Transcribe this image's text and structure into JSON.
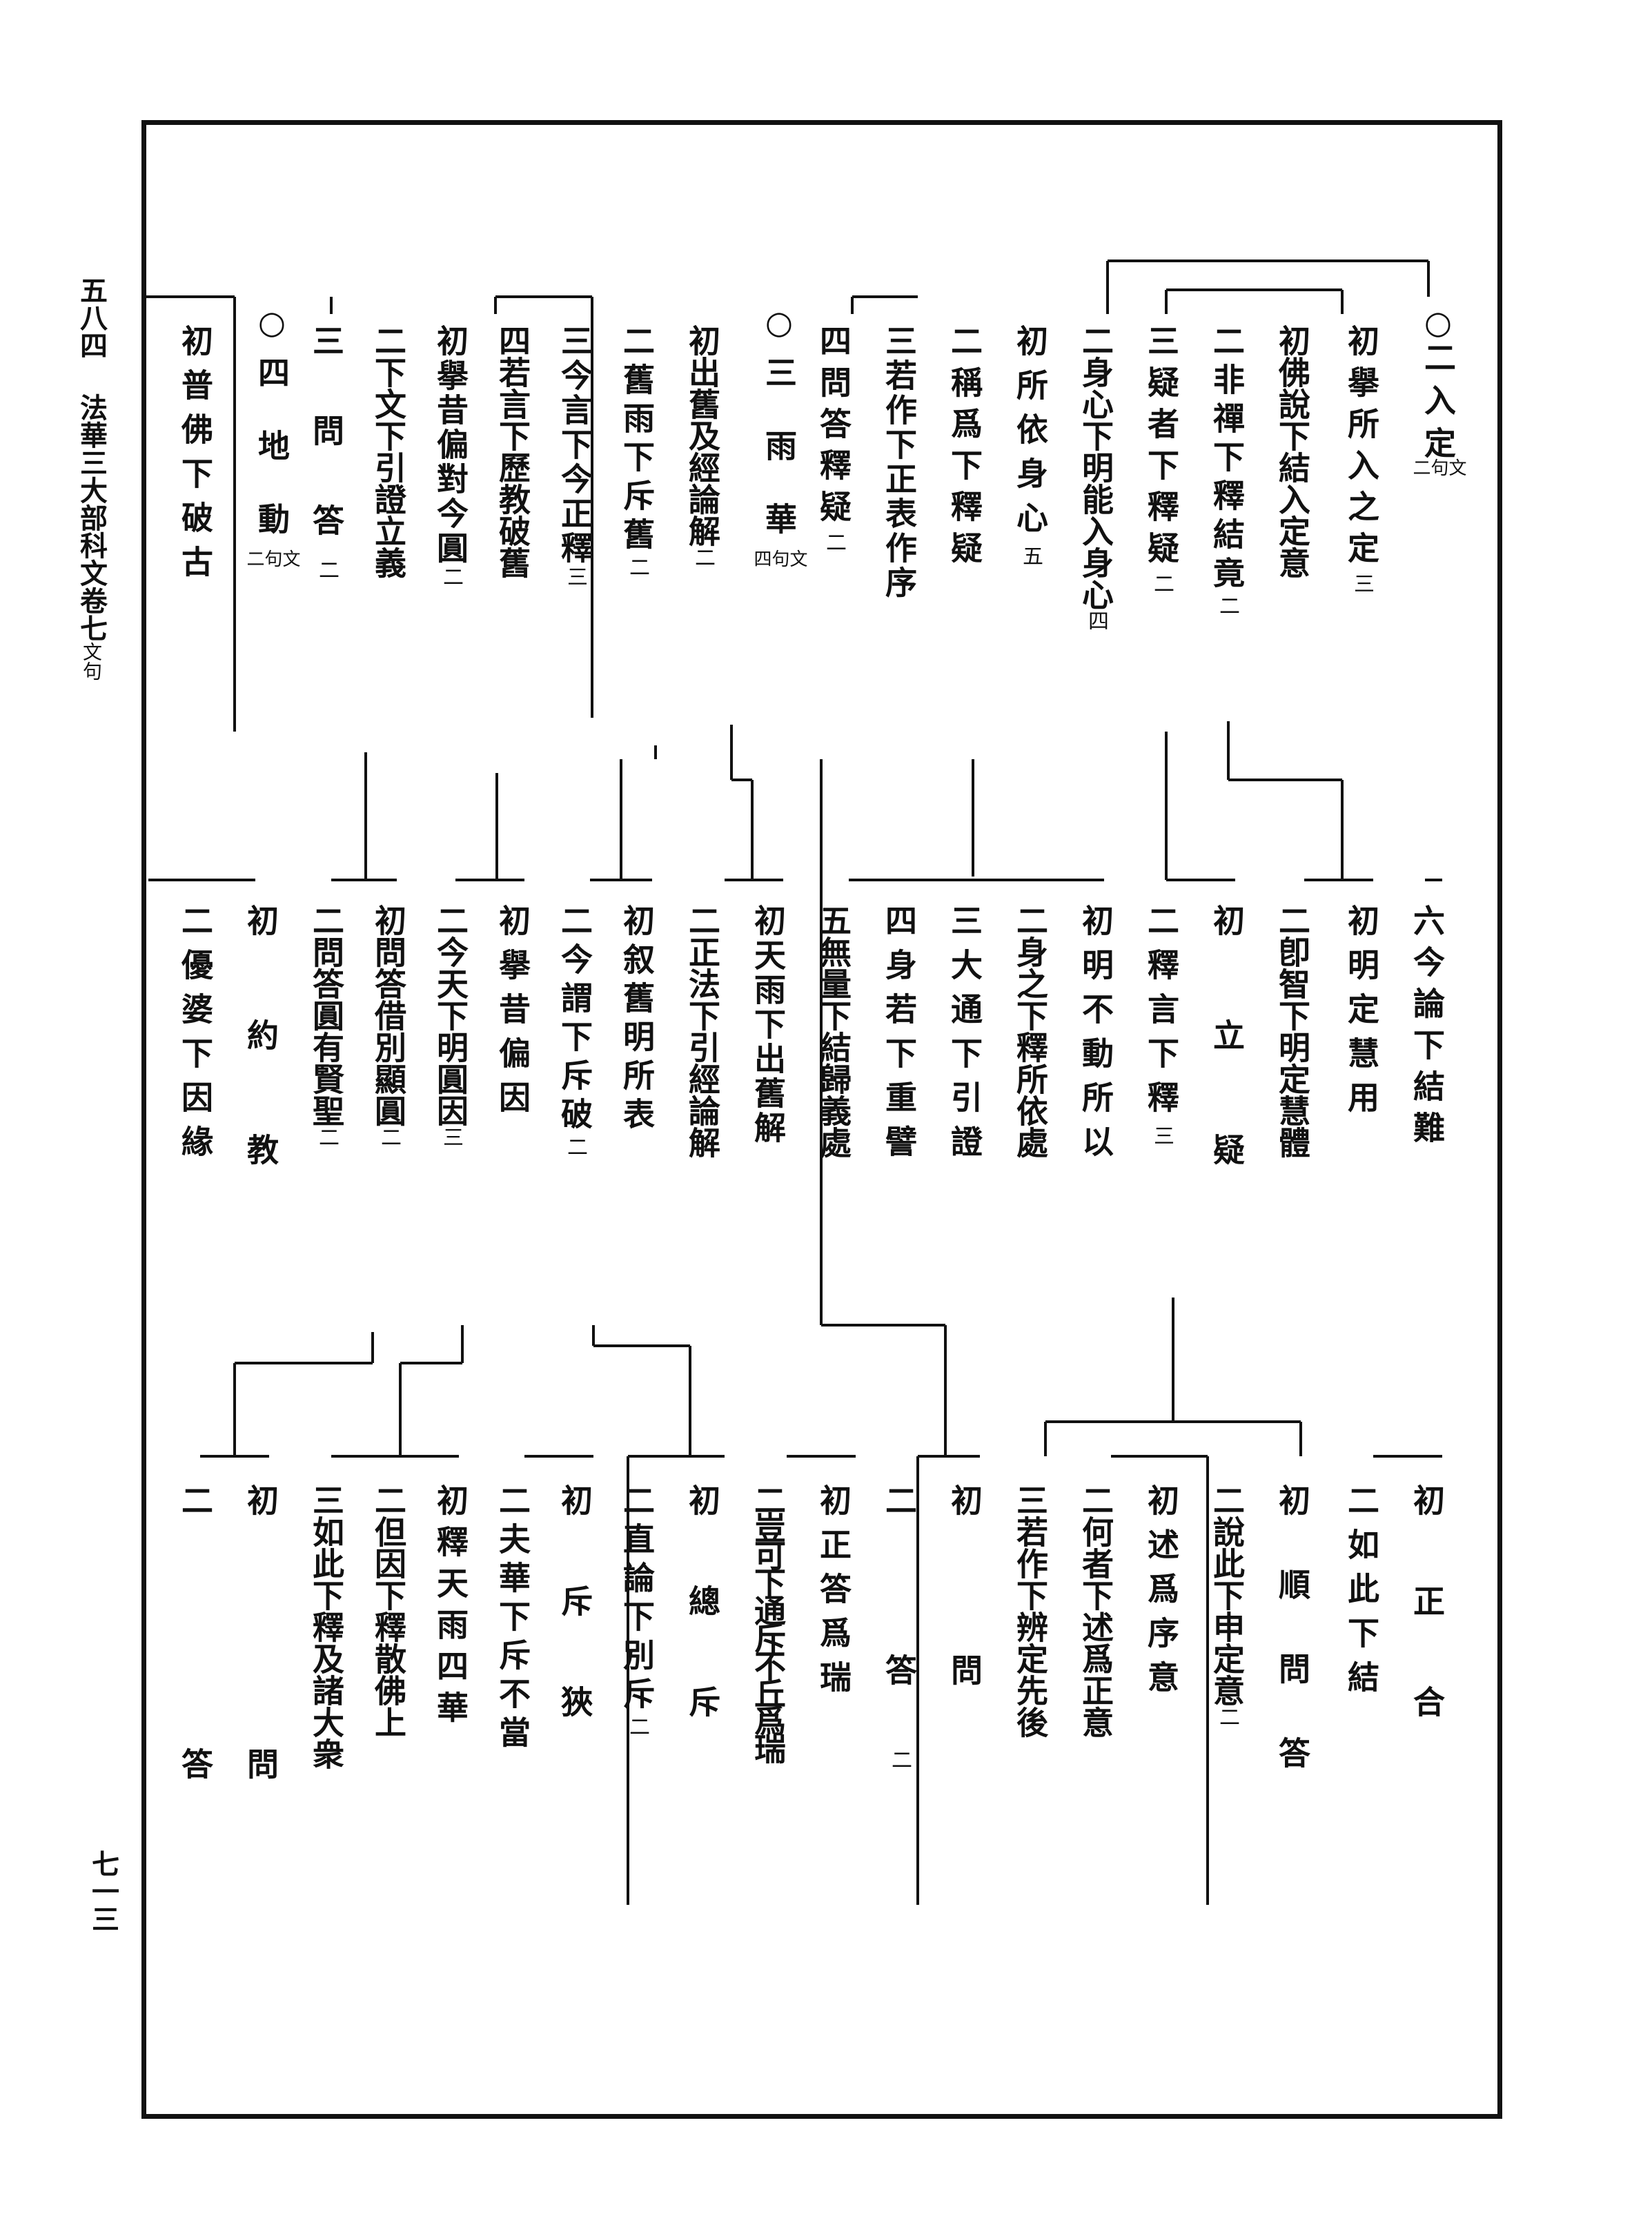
{
  "margin": {
    "volume": "五八四",
    "title": "法華三大部科文卷七",
    "subtitle": "文句",
    "page_number": "七一三"
  },
  "columns": [
    {
      "id": "r1c1",
      "text": "○二 入 定",
      "note": "文句二"
    },
    {
      "id": "r1c2",
      "text": "初擧所入之定",
      "note": "三"
    },
    {
      "id": "r1c3",
      "text": "初佛說下結入定意",
      "note": ""
    },
    {
      "id": "r1c4",
      "text": "二非禪下釋結竟",
      "note": "二"
    },
    {
      "id": "r1c5",
      "text": "三疑者下釋疑",
      "note": "二"
    },
    {
      "id": "r1c6",
      "text": "二身心下明能入身心",
      "note": "四"
    },
    {
      "id": "r1c7",
      "text": "初所依身心",
      "note": "五"
    },
    {
      "id": "r1c8",
      "text": "二稱爲下釋疑",
      "note": ""
    },
    {
      "id": "r1c9",
      "text": "三若作下正表作序",
      "note": ""
    },
    {
      "id": "r1c10",
      "text": "四問答釋疑",
      "note": "二"
    },
    {
      "id": "r1c11",
      "text": "○三 雨 華",
      "note": "文句四"
    },
    {
      "id": "r1c12",
      "text": "初出舊及經論解",
      "note": "二"
    },
    {
      "id": "r1c13",
      "text": "二舊雨下斥舊",
      "note": "二"
    },
    {
      "id": "r1c14",
      "text": "三今言下今正釋",
      "note": "三"
    },
    {
      "id": "r1c15",
      "text": "四若言下歷教破舊",
      "note": ""
    },
    {
      "id": "r1c16",
      "text": "初擧昔偏對今圓",
      "note": "二"
    },
    {
      "id": "r1c17",
      "text": "二下文下引證立義",
      "note": ""
    },
    {
      "id": "r1c18",
      "text": "三 問 答",
      "note": "二"
    },
    {
      "id": "r1c19",
      "text": "○四 地 動",
      "note": "文句二"
    },
    {
      "id": "r1c20",
      "text": "初普佛下破古",
      "note": ""
    },
    {
      "id": "r2c1",
      "text": "六今論下結難",
      "note": ""
    },
    {
      "id": "r2c2",
      "text": "初明定慧用",
      "note": ""
    },
    {
      "id": "r2c3",
      "text": "二卽智下明定慧體",
      "note": ""
    },
    {
      "id": "r2c4",
      "text": "初 立 疑",
      "note": ""
    },
    {
      "id": "r2c5",
      "text": "二釋言下釋",
      "note": "三"
    },
    {
      "id": "r2c6",
      "text": "初明不動所以",
      "note": ""
    },
    {
      "id": "r2c7",
      "text": "二身之下釋所依處",
      "note": ""
    },
    {
      "id": "r2c8",
      "text": "三大通下引證",
      "note": ""
    },
    {
      "id": "r2c9",
      "text": "四身若下重譬",
      "note": ""
    },
    {
      "id": "r2c10",
      "text": "五無量下結歸義處",
      "note": ""
    },
    {
      "id": "r2c11",
      "text": "初天雨下出舊解",
      "note": ""
    },
    {
      "id": "r2c12",
      "text": "二正法下引經論解",
      "note": ""
    },
    {
      "id": "r2c13",
      "text": "初叙舊明所表",
      "note": ""
    },
    {
      "id": "r2c14",
      "text": "二今謂下斥破",
      "note": "二"
    },
    {
      "id": "r2c15",
      "text": "初擧昔偏因",
      "note": ""
    },
    {
      "id": "r2c16",
      "text": "二今天下明圓因",
      "note": "三"
    },
    {
      "id": "r2c17",
      "text": "初問答借別顯圓",
      "note": "二"
    },
    {
      "id": "r2c18",
      "text": "二問答圓有賢聖",
      "note": "二"
    },
    {
      "id": "r2c19",
      "text": "初 約 教",
      "note": ""
    },
    {
      "id": "r2c20",
      "text": "二優婆下因緣",
      "note": ""
    },
    {
      "id": "r3c1",
      "text": "初 正 合",
      "note": ""
    },
    {
      "id": "r3c2",
      "text": "二如此下結",
      "note": ""
    },
    {
      "id": "r3c3",
      "text": "初 順 問 答",
      "note": ""
    },
    {
      "id": "r3c4",
      "text": "二說此下申定意",
      "note": "二"
    },
    {
      "id": "r3c5",
      "text": "初述爲序意",
      "note": ""
    },
    {
      "id": "r3c6",
      "text": "二何者下述爲正意",
      "note": ""
    },
    {
      "id": "r3c7",
      "text": "三若作下辨定先後",
      "note": ""
    },
    {
      "id": "r3c8",
      "text": "初 問",
      "note": ""
    },
    {
      "id": "r3c9",
      "text": "二 答",
      "note": "二"
    },
    {
      "id": "r3c10",
      "text": "初正答爲瑞",
      "note": ""
    },
    {
      "id": "r3c11",
      "text": "二豈可下通斥不丘爲瑞",
      "note": ""
    },
    {
      "id": "r3c12",
      "text": "初 總 斥",
      "note": ""
    },
    {
      "id": "r3c13",
      "text": "二直論下別斥",
      "note": "二"
    },
    {
      "id": "r3c14",
      "text": "初 斥 狹",
      "note": ""
    },
    {
      "id": "r3c15",
      "text": "二夫華下斥不當",
      "note": ""
    },
    {
      "id": "r3c16",
      "text": "初釋天雨四華",
      "note": ""
    },
    {
      "id": "r3c17",
      "text": "二但因下釋散佛上",
      "note": ""
    },
    {
      "id": "r3c18",
      "text": "三如此下釋及諸大衆",
      "note": ""
    },
    {
      "id": "r3c19",
      "text": "初 問",
      "note": ""
    },
    {
      "id": "r3c20",
      "text": "二 答",
      "note": ""
    }
  ]
}
